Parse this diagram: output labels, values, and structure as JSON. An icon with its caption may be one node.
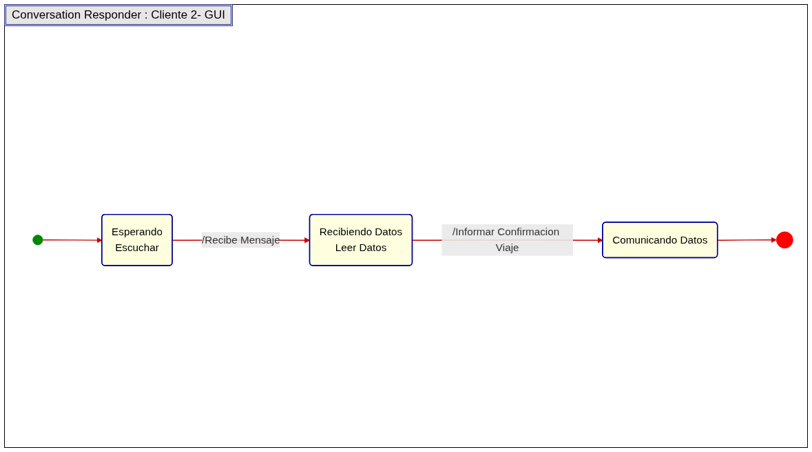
{
  "diagram": {
    "title": "Conversation Responder : Cliente 2- GUI",
    "nodes": [
      {
        "text": [],
        "shape": "circle"
      },
      {
        "text": [
          "Esperando",
          "Escuchar"
        ]
      },
      {
        "text": [
          "Recibiendo Datos",
          "Leer Datos"
        ]
      },
      {
        "text": [
          "Comunicando Datos"
        ]
      },
      {
        "text": [],
        "shape": "circle"
      }
    ],
    "edges": [
      {
        "from": 0,
        "to": 1,
        "arrow": "to"
      },
      {
        "from": 1,
        "to": 2,
        "arrow": "to",
        "label": "/Recibe Mensaje"
      },
      {
        "from": 2,
        "to": 3,
        "arrow": "to",
        "label": "/Informar Confirmacion Viaje"
      },
      {
        "from": 3,
        "to": 4,
        "arrow": "to"
      }
    ]
  }
}
